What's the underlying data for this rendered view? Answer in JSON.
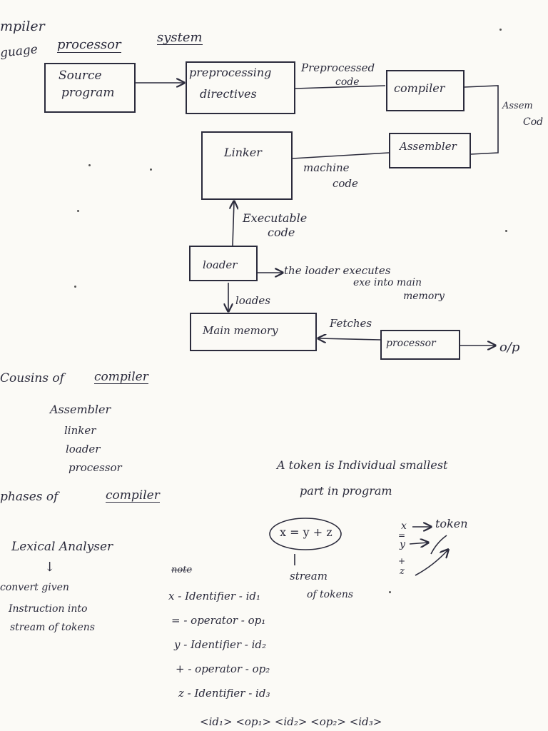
{
  "heading": {
    "line1": "mpiler",
    "line2a": "guage",
    "line2b": "processor",
    "line2c": "system"
  },
  "diagram": {
    "source_program_1": "Source",
    "source_program_2": "program",
    "preprocessing_1": "preprocessing",
    "preprocessing_2": "directives",
    "preprocessed_1": "Preprocessed",
    "preprocessed_2": "code",
    "compiler": "compiler",
    "assembly_1": "Assem",
    "assembly_2": "Cod",
    "assembler": "Assembler",
    "linker": "Linker",
    "machine_1": "machine",
    "machine_2": "code",
    "executable_1": "Executable",
    "executable_2": "code",
    "loader": "loader",
    "loader_note_1": "the loader executes",
    "loader_note_2": "exe into main",
    "loader_note_3": "memory",
    "loades": "loades",
    "main_memory": "Main memory",
    "fetches": "Fetches",
    "processor": "processor",
    "output": "o/p"
  },
  "cousins": {
    "title_a": "Cousins of",
    "title_b": "compiler",
    "items": [
      "Assembler",
      "linker",
      "loader",
      "processor"
    ]
  },
  "token_def": {
    "line1": "A token is Individual smallest",
    "line2": "part in program"
  },
  "phases": {
    "title_a": "phases of",
    "title_b": "compiler",
    "lexical": "Lexical Analyser",
    "arrow": "↓",
    "desc_1": "convert given",
    "desc_2": "Instruction into",
    "desc_3": "stream of tokens"
  },
  "example": {
    "expr": "x = y + z",
    "down_arrow": "↓",
    "stream_1": "stream",
    "stream_2": "of tokens",
    "map_x": "x",
    "map_eq": "=",
    "map_y": "y",
    "map_plus": "+",
    "map_z": "z",
    "token_label": "token",
    "note": "note",
    "rows": [
      "x - Identifier - id₁",
      "= - operator - op₁",
      "y - Identifier - id₂",
      "+ - operator - op₂",
      "z - Identifier - id₃"
    ],
    "final": "<id₁> <op₁> <id₂> <op₂> <id₃>"
  }
}
